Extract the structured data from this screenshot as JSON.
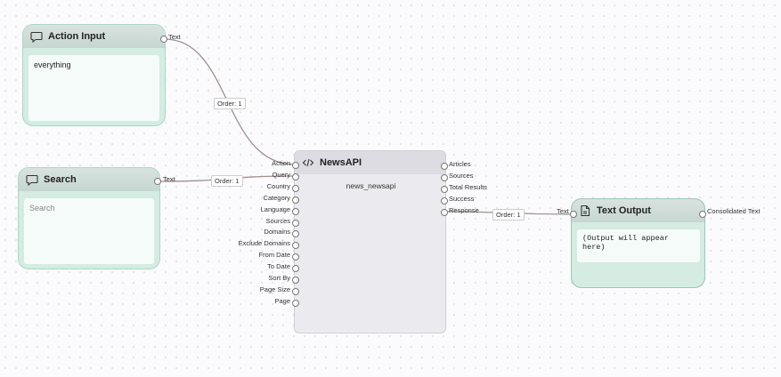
{
  "action_input": {
    "title": "Action Input",
    "value": "everything",
    "output_port": "Text",
    "icon": "chat-bubble-icon"
  },
  "search": {
    "title": "Search",
    "placeholder": "Search",
    "output_port": "Text",
    "icon": "chat-bubble-icon"
  },
  "newsapi": {
    "title": "NewsAPI",
    "subtitle": "news_newsapi",
    "icon": "code-icon",
    "inputs": [
      "Action",
      "Query",
      "Country",
      "Category",
      "Language",
      "Sources",
      "Domains",
      "Exclude Domains",
      "From Date",
      "To Date",
      "Sort By",
      "Page Size",
      "Page"
    ],
    "outputs": [
      "Articles",
      "Sources",
      "Total Results",
      "Success",
      "Response"
    ]
  },
  "text_output": {
    "title": "Text Output",
    "content": "(Output will appear here)",
    "input_port": "Text",
    "output_port": "Consolidated Text",
    "icon": "document-icon"
  },
  "edges": {
    "action_order": "Order: 1",
    "search_order": "Order: 1",
    "response_order": "Order: 1"
  }
}
